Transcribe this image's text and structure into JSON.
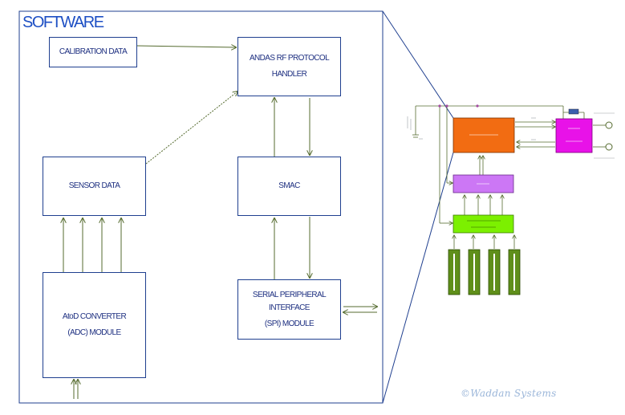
{
  "software": {
    "title": "SOFTWARE",
    "blocks": {
      "calibration": [
        "CALIBRATION DATA"
      ],
      "protocol": [
        "ANDAS RF PROTOCOL",
        "HANDLER"
      ],
      "sensor": [
        "SENSOR DATA"
      ],
      "smac": [
        "SMAC"
      ],
      "adc": [
        "AtoD CONVERTER",
        "(ADC) MODULE"
      ],
      "spi": [
        "SERIAL PERIPHERAL",
        "INTERFACE",
        "(SPI) MODULE"
      ]
    }
  },
  "watermark": "©Waddan Systems",
  "colors": {
    "frame": "#1f3f8f",
    "text": "#1d2f80",
    "arrow": "#556b2f",
    "mcu": "#f26c12",
    "radio": "#e812e8",
    "adc_chip": "#cc77f5",
    "mux": "#7cf000",
    "sensor_strip": "#5f8f1a"
  }
}
